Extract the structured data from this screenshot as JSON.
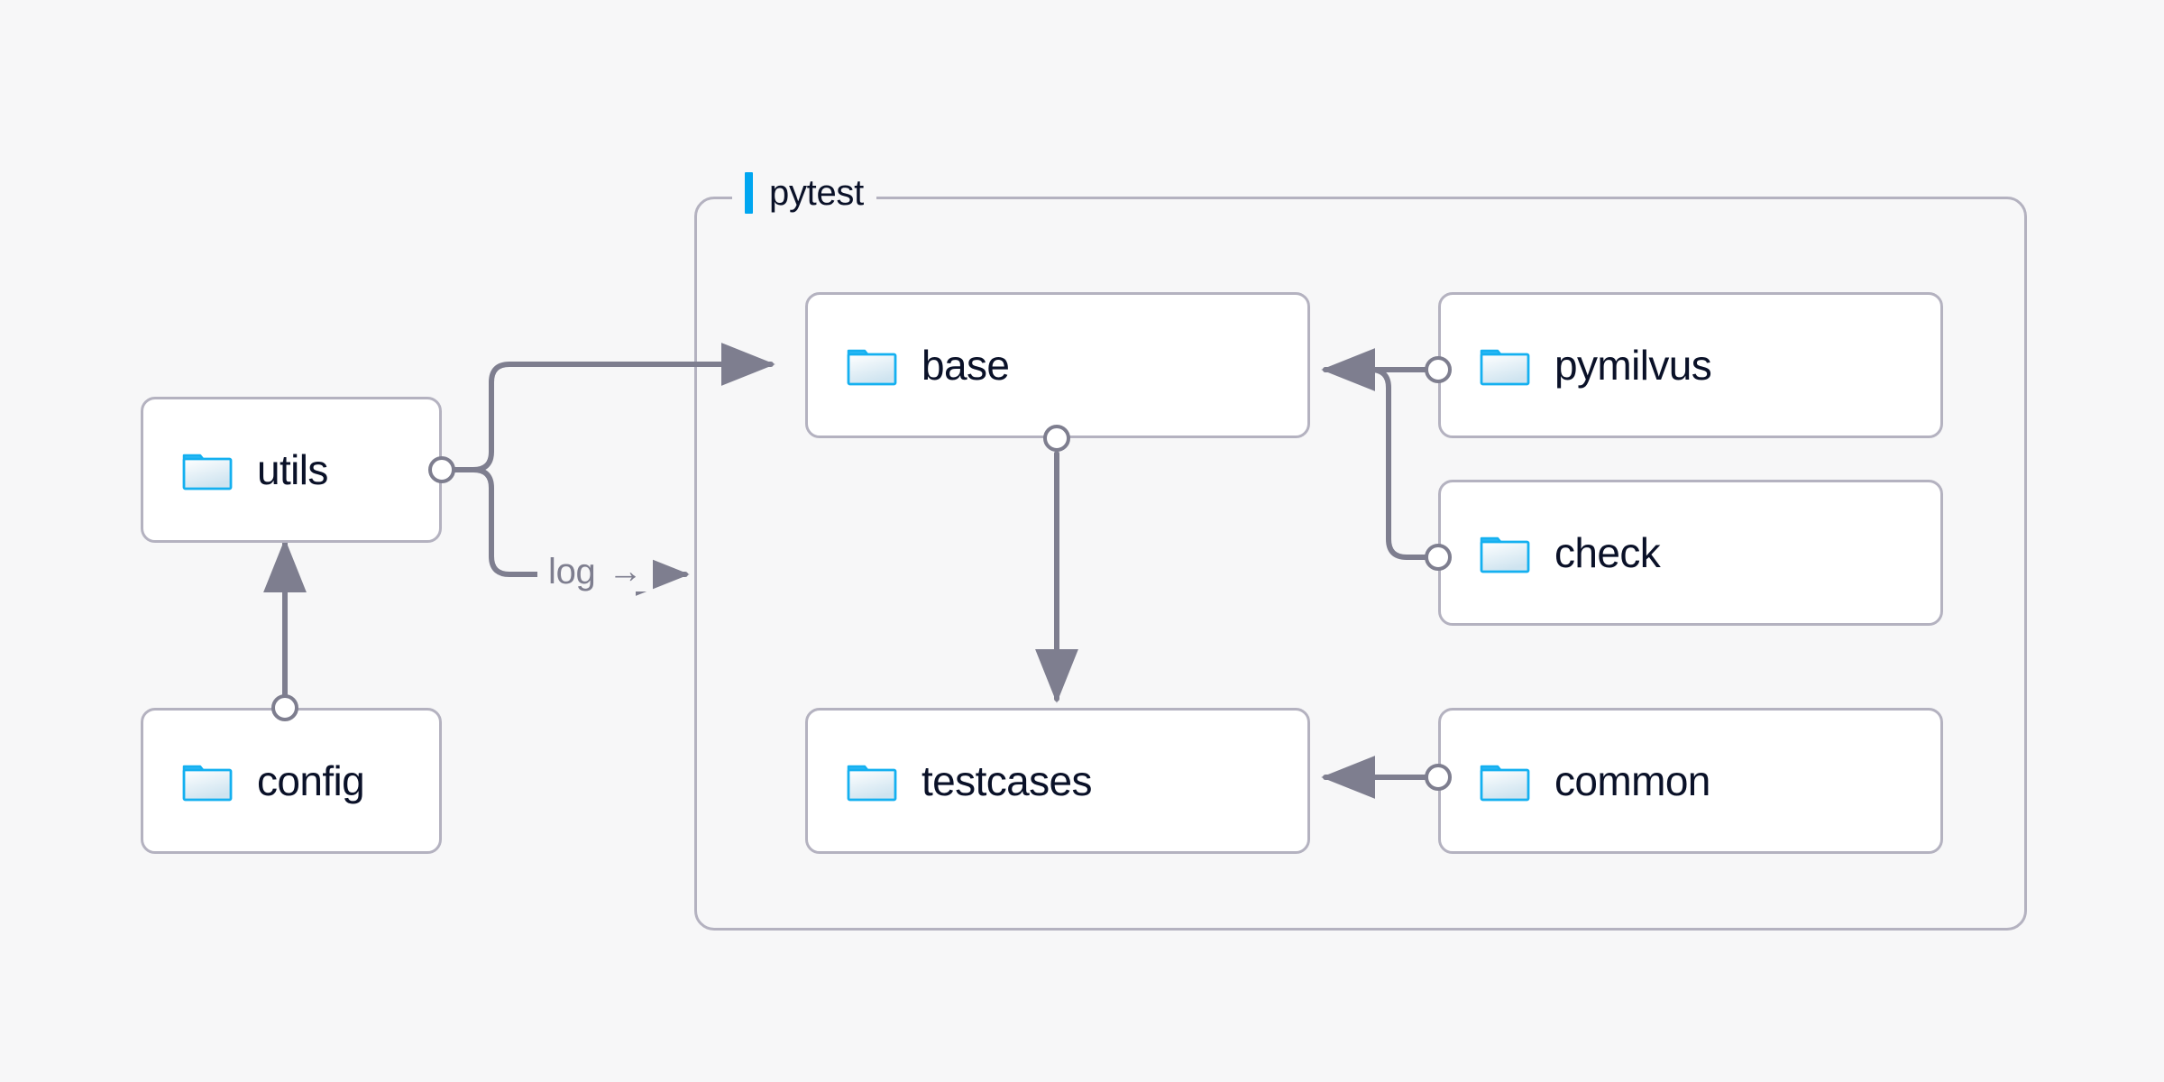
{
  "diagram": {
    "type": "architecture-dependency-diagram",
    "background_color": "#f7f7f8",
    "node_fill": "#ffffff",
    "node_border_color": "#b4b2c0",
    "edge_color": "#7e7e8f",
    "text_color": "#0a1128",
    "accent_color": "#00a6f0",
    "folder_icon_outline": "#14b0f0",
    "folder_icon_fill": "#dbe9f2"
  },
  "group": {
    "title": "pytest",
    "accent_color": "#00a6f0"
  },
  "nodes": [
    {
      "id": "utils",
      "label": "utils",
      "icon": "folder-icon",
      "inside_group": false
    },
    {
      "id": "config",
      "label": "config",
      "icon": "folder-icon",
      "inside_group": false
    },
    {
      "id": "base",
      "label": "base",
      "icon": "folder-icon",
      "inside_group": true
    },
    {
      "id": "testcases",
      "label": "testcases",
      "icon": "folder-icon",
      "inside_group": true
    },
    {
      "id": "pymilvus",
      "label": "pymilvus",
      "icon": "folder-icon",
      "inside_group": true
    },
    {
      "id": "check",
      "label": "check",
      "icon": "folder-icon",
      "inside_group": true
    },
    {
      "id": "common",
      "label": "common",
      "icon": "folder-icon",
      "inside_group": true
    }
  ],
  "edges": [
    {
      "id": "utils-base",
      "from": "utils",
      "to": "base",
      "label": ""
    },
    {
      "id": "utils-log",
      "from": "utils",
      "to": "pytest",
      "label": "log",
      "label_arrow": "→"
    },
    {
      "id": "config-utils",
      "from": "config",
      "to": "utils",
      "label": ""
    },
    {
      "id": "base-testcases",
      "from": "base",
      "to": "testcases",
      "label": ""
    },
    {
      "id": "pymilvus-base",
      "from": "pymilvus",
      "to": "base",
      "label": ""
    },
    {
      "id": "check-base",
      "from": "check",
      "to": "base",
      "label": ""
    },
    {
      "id": "common-testcases",
      "from": "common",
      "to": "testcases",
      "label": ""
    }
  ]
}
